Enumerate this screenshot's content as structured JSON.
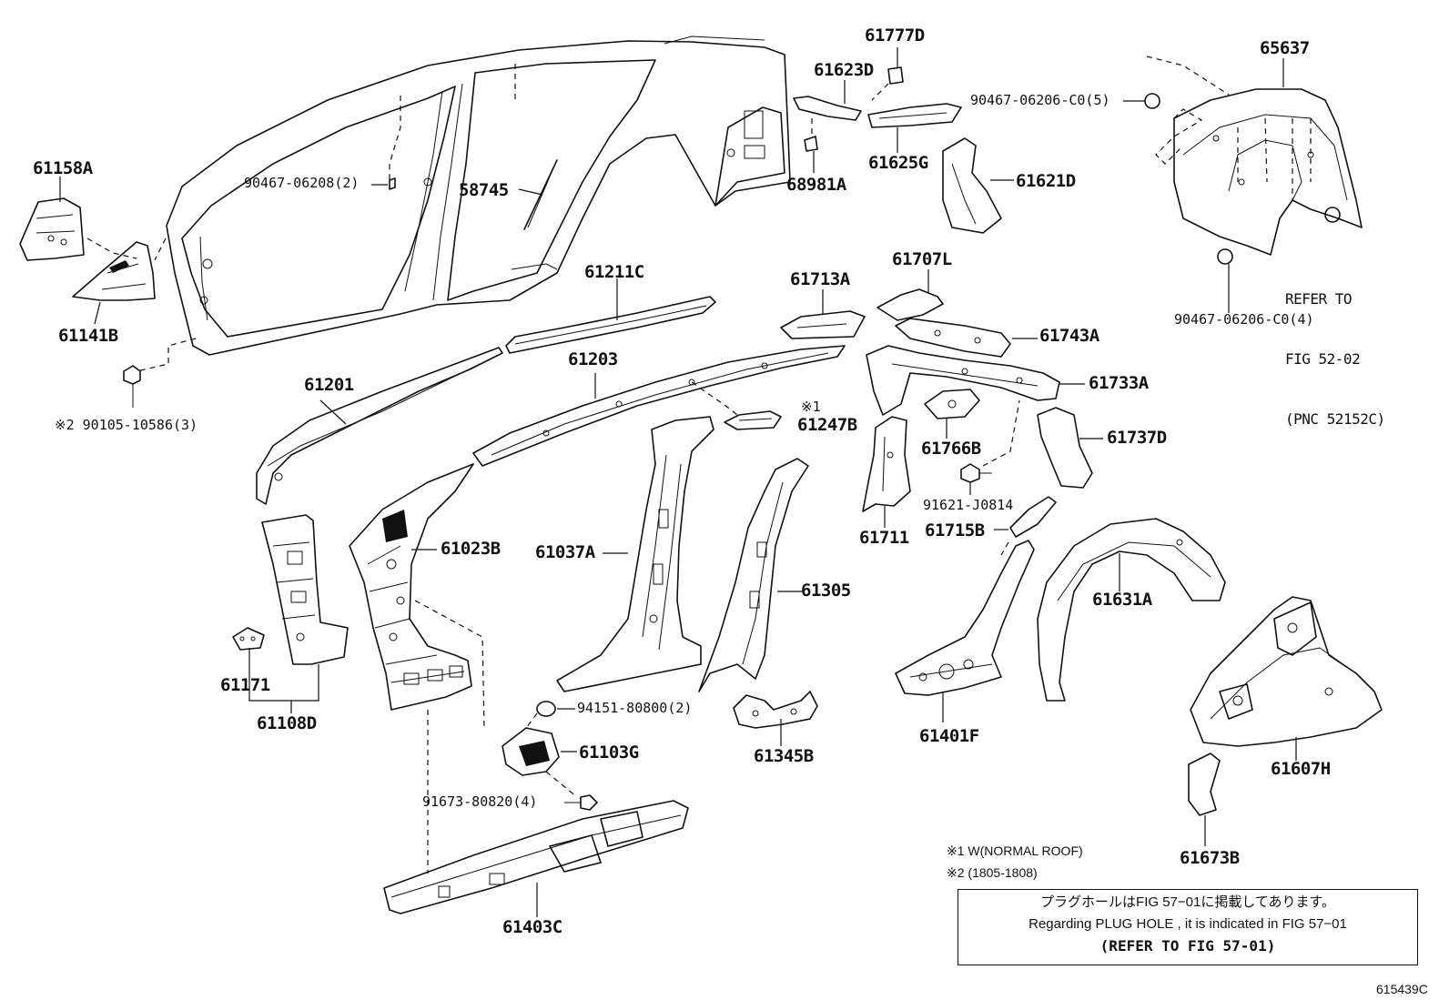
{
  "labels": {
    "l61158A": "61158A",
    "l61141B": "61141B",
    "l90467_06208": "90467-06208(2)",
    "l58745": "58745",
    "l90105": "※2 90105-10586(3)",
    "l61201": "61201",
    "l61211C": "61211C",
    "l61203": "61203",
    "l61247B": "61247B",
    "l61247B_mark": "※1",
    "l61023B": "61023B",
    "l61037A": "61037A",
    "l61305": "61305",
    "l61171": "61171",
    "l61108D": "61108D",
    "l94151": "94151-80800(2)",
    "l61103G": "61103G",
    "l91673": "91673-80820(4)",
    "l61345B": "61345B",
    "l61403C": "61403C",
    "l61777D": "61777D",
    "l61623D": "61623D",
    "l68981A": "68981A",
    "l61625G": "61625G",
    "l61621D": "61621D",
    "l90467_06206_top": "90467-06206-C0(5)",
    "l65637": "65637",
    "l61707L": "61707L",
    "l61713A": "61713A",
    "l61743A": "61743A",
    "l61733A": "61733A",
    "l61766B": "61766B",
    "l61737D": "61737D",
    "l61711": "61711",
    "l91621": "91621-J0814",
    "l61715B": "61715B",
    "l61631A": "61631A",
    "l61401F": "61401F",
    "l61607H": "61607H",
    "l61673B": "61673B",
    "l90467_06206_bot": "90467-06206-C0(4)"
  },
  "refer": {
    "line1": "REFER TO",
    "line2": "FIG 52-02",
    "line3": "(PNC 52152C)"
  },
  "notes": {
    "note1": "※1 W(NORMAL ROOF)",
    "note2": "※2 (1805-1808)"
  },
  "notebox": {
    "jp": "プラグホールはFIG 57−01に掲載してあります。",
    "en": "Regarding PLUG HOLE , it is indicated in FIG 57−01",
    "ref": "(REFER TO FIG 57-01)"
  },
  "figure_code": "615439C"
}
